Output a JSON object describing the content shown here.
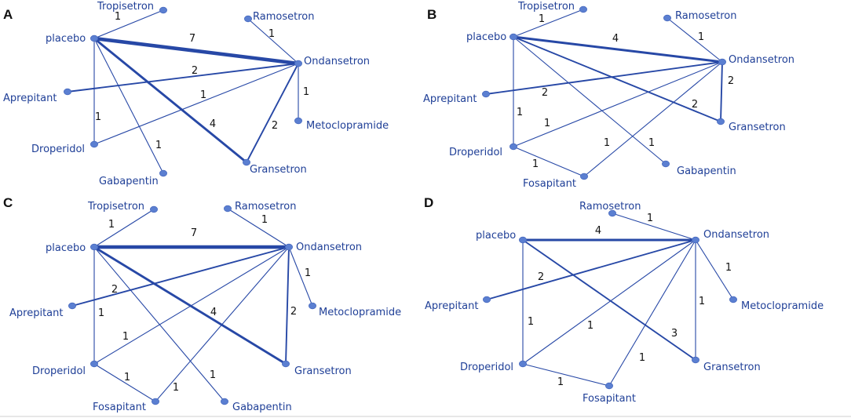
{
  "colors": {
    "edge": "#2748a6",
    "node": "#5b7fd1",
    "label": "#1f3f97",
    "number": "#111111"
  },
  "panels": [
    {
      "label": "A",
      "nodes": [
        {
          "id": "placebo",
          "name": "placebo"
        },
        {
          "id": "tropisetron",
          "name": "Tropisetron"
        },
        {
          "id": "ramosetron",
          "name": "Ramosetron"
        },
        {
          "id": "ondansetron",
          "name": "Ondansetron"
        },
        {
          "id": "aprepitant",
          "name": "Aprepitant"
        },
        {
          "id": "metoclopramide",
          "name": "Metoclopramide"
        },
        {
          "id": "droperidol",
          "name": "Droperidol"
        },
        {
          "id": "gabapentin",
          "name": "Gabapentin"
        },
        {
          "id": "gransetron",
          "name": "Gransetron"
        }
      ],
      "edges": [
        {
          "from": "placebo",
          "to": "tropisetron",
          "count": 1
        },
        {
          "from": "placebo",
          "to": "ondansetron",
          "count": 7
        },
        {
          "from": "ramosetron",
          "to": "ondansetron",
          "count": 1
        },
        {
          "from": "aprepitant",
          "to": "ondansetron",
          "count": 2
        },
        {
          "from": "droperidol",
          "to": "ondansetron",
          "count": 1
        },
        {
          "from": "placebo",
          "to": "droperidol",
          "count": 1
        },
        {
          "from": "placebo",
          "to": "gabapentin",
          "count": 1
        },
        {
          "from": "placebo",
          "to": "gransetron",
          "count": 4
        },
        {
          "from": "ondansetron",
          "to": "gransetron",
          "count": 2
        },
        {
          "from": "ondansetron",
          "to": "metoclopramide",
          "count": 1
        }
      ]
    },
    {
      "label": "B",
      "nodes": [
        {
          "id": "placebo",
          "name": "placebo"
        },
        {
          "id": "tropisetron",
          "name": "Tropisetron"
        },
        {
          "id": "ramosetron",
          "name": "Ramosetron"
        },
        {
          "id": "ondansetron",
          "name": "Ondansetron"
        },
        {
          "id": "aprepitant",
          "name": "Aprepitant"
        },
        {
          "id": "gransetron",
          "name": "Gransetron"
        },
        {
          "id": "droperidol",
          "name": "Droperidol"
        },
        {
          "id": "gabapentin",
          "name": "Gabapentin"
        },
        {
          "id": "fosapitant",
          "name": "Fosapitant"
        }
      ],
      "edges": [
        {
          "from": "placebo",
          "to": "tropisetron",
          "count": 1
        },
        {
          "from": "placebo",
          "to": "ondansetron",
          "count": 4
        },
        {
          "from": "ramosetron",
          "to": "ondansetron",
          "count": 1
        },
        {
          "from": "aprepitant",
          "to": "ondansetron",
          "count": 2
        },
        {
          "from": "ondansetron",
          "to": "gransetron",
          "count": 2
        },
        {
          "from": "placebo",
          "to": "gransetron",
          "count": 2
        },
        {
          "from": "placebo",
          "to": "droperidol",
          "count": 1
        },
        {
          "from": "droperidol",
          "to": "ondansetron",
          "count": 1
        },
        {
          "from": "fosapitant",
          "to": "ondansetron",
          "count": 1
        },
        {
          "from": "placebo",
          "to": "gabapentin",
          "count": 1
        },
        {
          "from": "droperidol",
          "to": "fosapitant",
          "count": 1
        }
      ]
    },
    {
      "label": "C",
      "nodes": [
        {
          "id": "placebo",
          "name": "placebo"
        },
        {
          "id": "tropisetron",
          "name": "Tropisetron"
        },
        {
          "id": "ramosetron",
          "name": "Ramosetron"
        },
        {
          "id": "ondansetron",
          "name": "Ondansetron"
        },
        {
          "id": "aprepitant",
          "name": "Aprepitant"
        },
        {
          "id": "metoclopramide",
          "name": "Metoclopramide"
        },
        {
          "id": "droperidol",
          "name": "Droperidol"
        },
        {
          "id": "gransetron",
          "name": "Gransetron"
        },
        {
          "id": "fosapitant",
          "name": "Fosapitant"
        },
        {
          "id": "gabapentin",
          "name": "Gabapentin"
        }
      ],
      "edges": [
        {
          "from": "placebo",
          "to": "tropisetron",
          "count": 1
        },
        {
          "from": "placebo",
          "to": "ondansetron",
          "count": 7
        },
        {
          "from": "ramosetron",
          "to": "ondansetron",
          "count": 1
        },
        {
          "from": "aprepitant",
          "to": "ondansetron",
          "count": 2
        },
        {
          "from": "placebo",
          "to": "droperidol",
          "count": 1
        },
        {
          "from": "placebo",
          "to": "gransetron",
          "count": 4
        },
        {
          "from": "droperidol",
          "to": "ondansetron",
          "count": 1
        },
        {
          "from": "ondansetron",
          "to": "metoclopramide",
          "count": 1
        },
        {
          "from": "ondansetron",
          "to": "gransetron",
          "count": 2
        },
        {
          "from": "droperidol",
          "to": "fosapitant",
          "count": 1
        },
        {
          "from": "fosapitant",
          "to": "ondansetron",
          "count": 1
        },
        {
          "from": "placebo",
          "to": "gabapentin",
          "count": 1
        }
      ]
    },
    {
      "label": "D",
      "nodes": [
        {
          "id": "ramosetron",
          "name": "Ramosetron"
        },
        {
          "id": "placebo",
          "name": "placebo"
        },
        {
          "id": "ondansetron",
          "name": "Ondansetron"
        },
        {
          "id": "aprepitant",
          "name": "Aprepitant"
        },
        {
          "id": "metoclopramide",
          "name": "Metoclopramide"
        },
        {
          "id": "droperidol",
          "name": "Droperidol"
        },
        {
          "id": "gransetron",
          "name": "Gransetron"
        },
        {
          "id": "fosapitant",
          "name": "Fosapitant"
        }
      ],
      "edges": [
        {
          "from": "ramosetron",
          "to": "ondansetron",
          "count": 1
        },
        {
          "from": "placebo",
          "to": "ondansetron",
          "count": 4
        },
        {
          "from": "aprepitant",
          "to": "ondansetron",
          "count": 2
        },
        {
          "from": "ondansetron",
          "to": "metoclopramide",
          "count": 1
        },
        {
          "from": "placebo",
          "to": "droperidol",
          "count": 1
        },
        {
          "from": "droperidol",
          "to": "ondansetron",
          "count": 1
        },
        {
          "from": "ondansetron",
          "to": "gransetron",
          "count": 1
        },
        {
          "from": "placebo",
          "to": "gransetron",
          "count": 3
        },
        {
          "from": "fosapitant",
          "to": "ondansetron",
          "count": 1
        },
        {
          "from": "droperidol",
          "to": "fosapitant",
          "count": 1
        }
      ]
    }
  ]
}
